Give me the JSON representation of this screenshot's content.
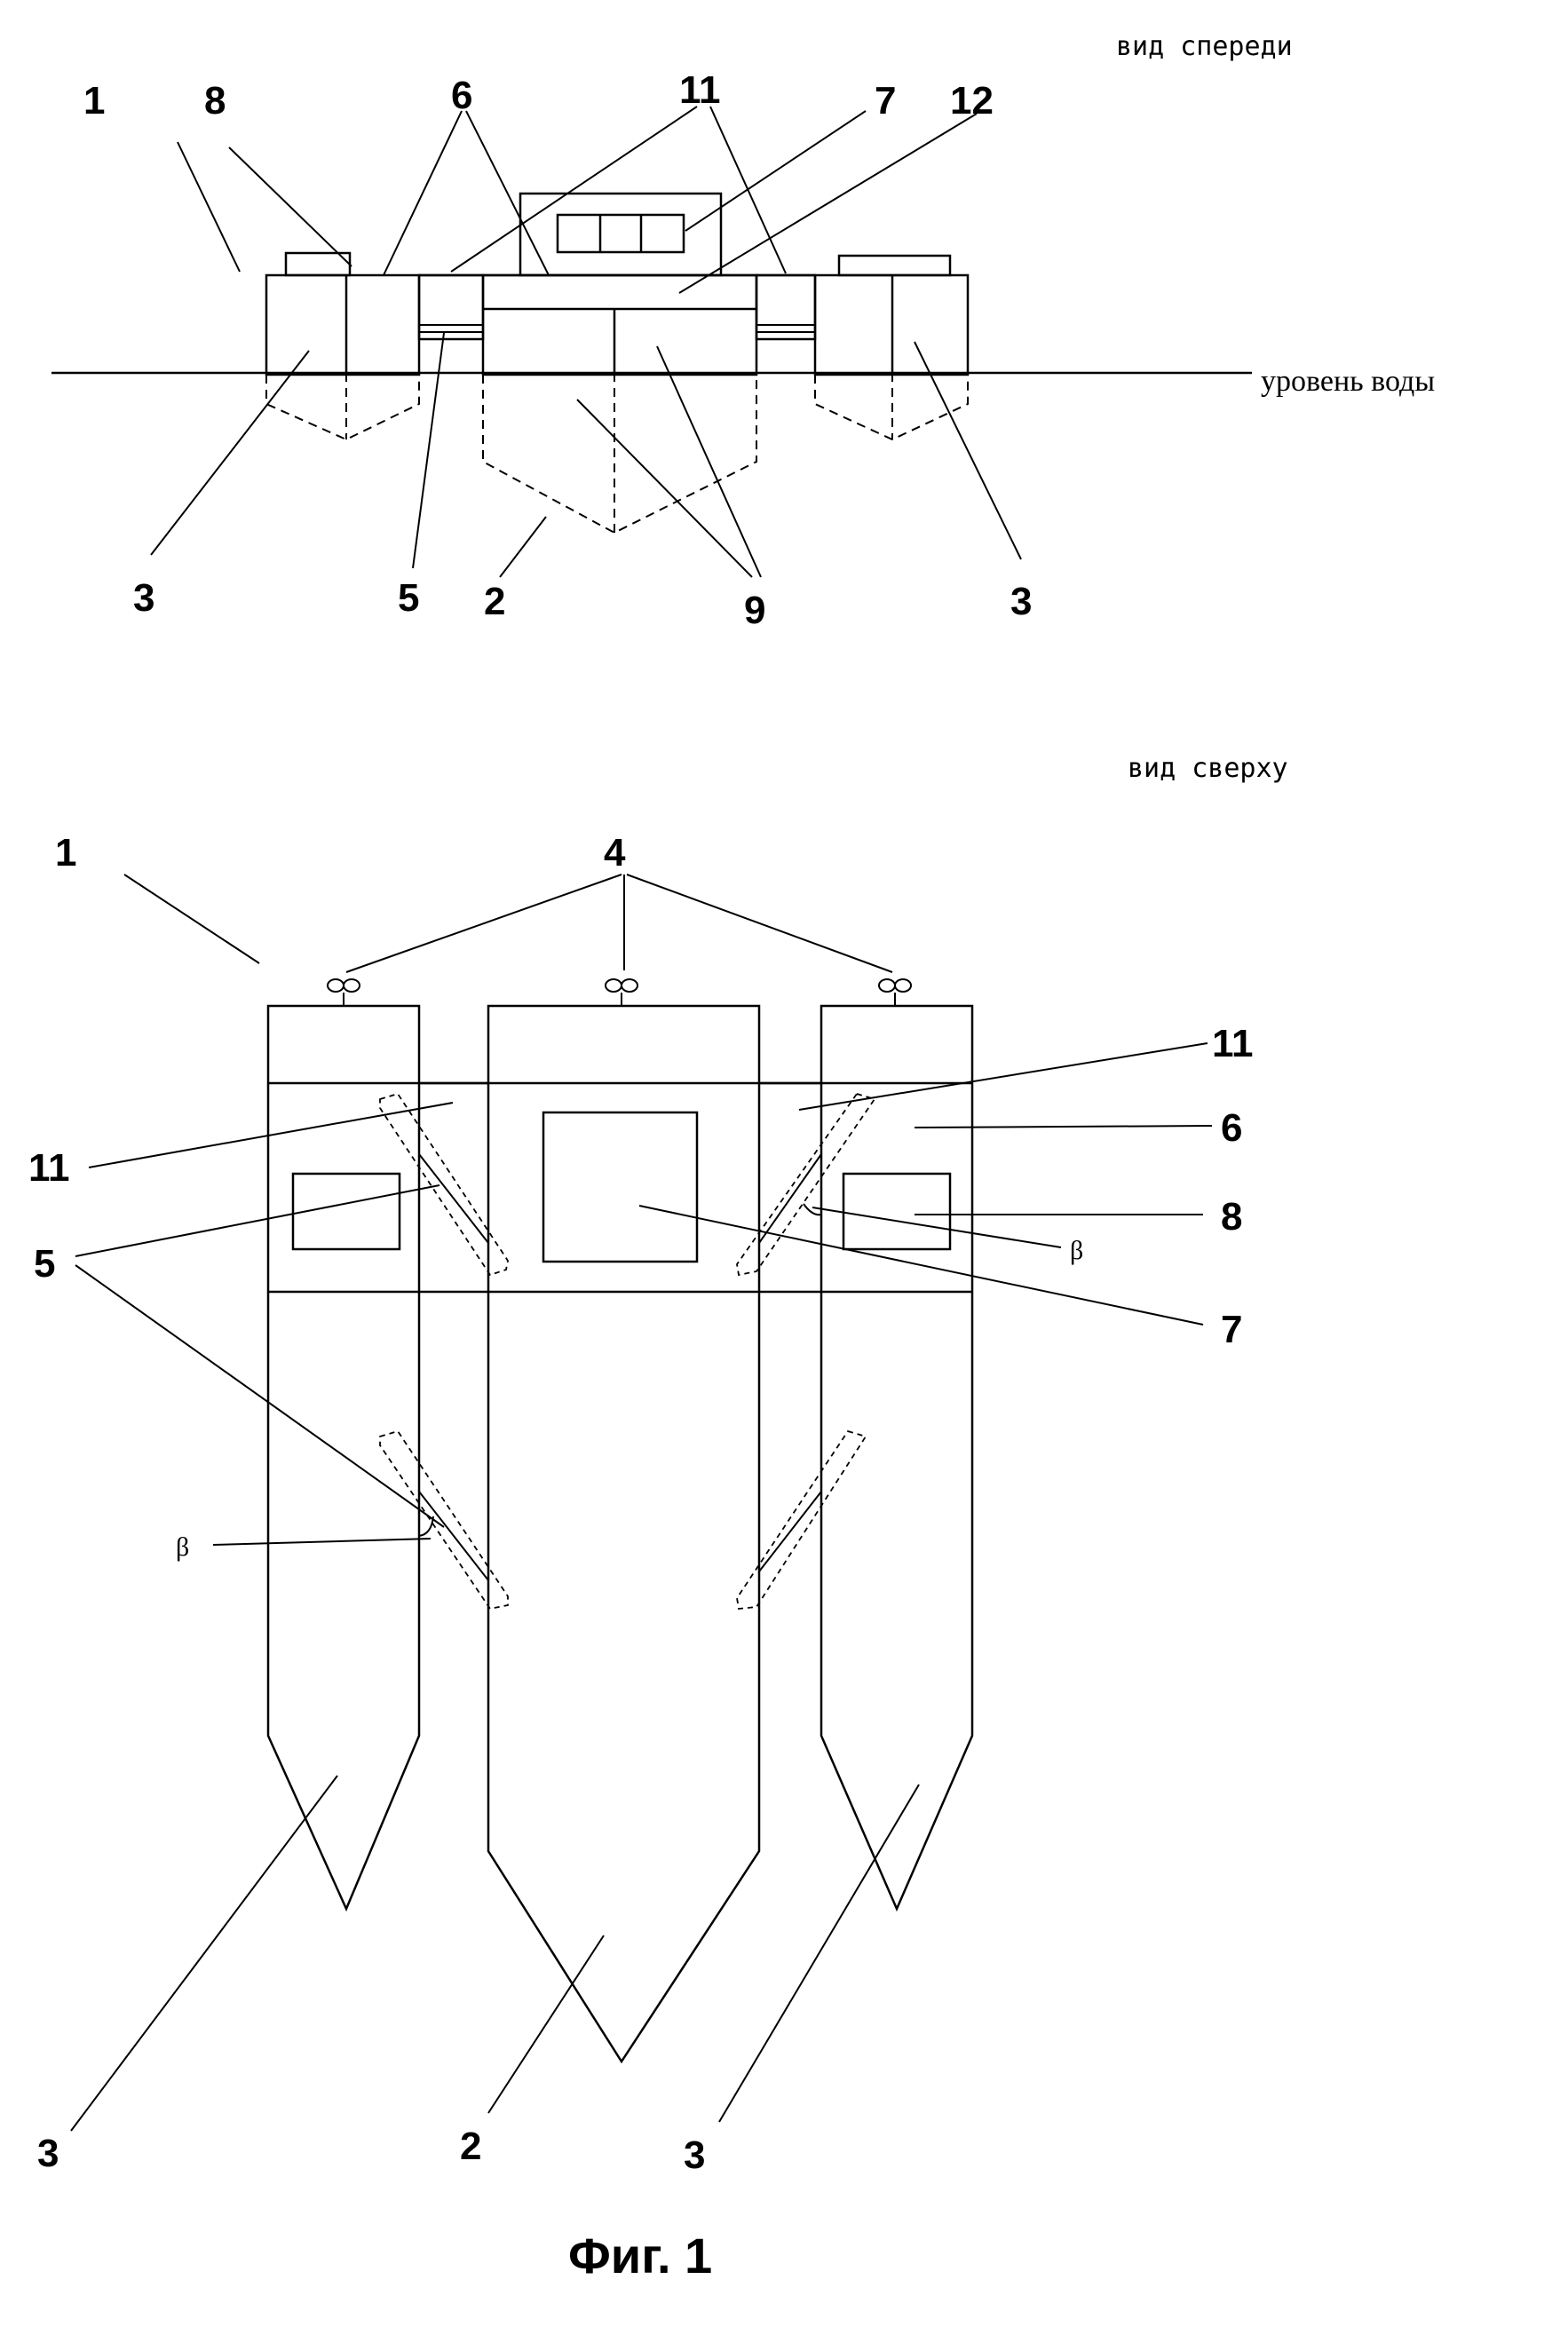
{
  "front_view": {
    "caption": "вид спереди",
    "water_level_label": "уровень воды",
    "labels": {
      "n1": "1",
      "n8": "8",
      "n6": "6",
      "n11": "11",
      "n7": "7",
      "n12": "12",
      "n3_left": "3",
      "n5": "5",
      "n2": "2",
      "n9": "9",
      "n3_right": "3"
    }
  },
  "top_view": {
    "caption": "вид сверху",
    "labels": {
      "n1": "1",
      "n4": "4",
      "n11_right": "11",
      "n11_left": "11",
      "n6": "6",
      "n5": "5",
      "n8": "8",
      "beta_right": "β",
      "n7": "7",
      "beta_left": "β",
      "n3_left": "3",
      "n2": "2",
      "n3_right": "3"
    }
  },
  "figure_title": "Фиг. 1"
}
